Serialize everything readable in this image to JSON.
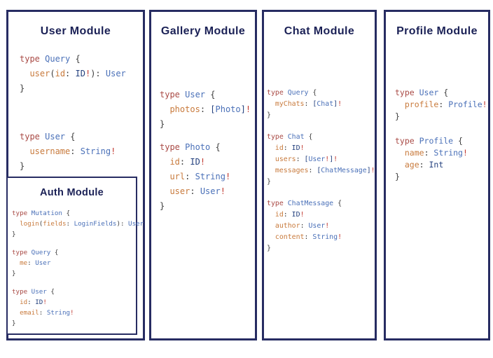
{
  "colors": {
    "border": "#272c62",
    "title": "#1b2156",
    "keyword": "#a94a45",
    "type_name": "#4a70b8",
    "scalar": "#24417e",
    "field": "#c87a3c",
    "punctuation": "#3d3d3d",
    "bang": "#c13a31",
    "background": "#ffffff"
  },
  "modules": [
    {
      "title": "User Module",
      "blocks": [
        [
          [
            [
              "kw",
              "type "
            ],
            [
              "ty",
              "Query "
            ],
            [
              "pu",
              "{"
            ]
          ],
          [
            [
              "pu",
              "  "
            ],
            [
              "fd",
              "user"
            ],
            [
              "pu",
              "("
            ],
            [
              "fd",
              "id"
            ],
            [
              "pu",
              ": "
            ],
            [
              "sc",
              "ID"
            ],
            [
              "bg",
              "!"
            ],
            [
              "pu",
              "): "
            ],
            [
              "ty",
              "User"
            ]
          ],
          [
            [
              "pu",
              "}"
            ]
          ]
        ],
        [
          [
            [
              "kw",
              "type "
            ],
            [
              "ty",
              "User "
            ],
            [
              "pu",
              "{"
            ]
          ],
          [
            [
              "pu",
              "  "
            ],
            [
              "fd",
              "username"
            ],
            [
              "pu",
              ": "
            ],
            [
              "ty",
              "String"
            ],
            [
              "bg",
              "!"
            ]
          ],
          [
            [
              "pu",
              "}"
            ]
          ]
        ]
      ]
    },
    {
      "title": "Gallery Module",
      "blocks": [
        [
          [
            [
              "kw",
              "type "
            ],
            [
              "ty",
              "User "
            ],
            [
              "pu",
              "{"
            ]
          ],
          [
            [
              "pu",
              "  "
            ],
            [
              "fd",
              "photos"
            ],
            [
              "pu",
              ": "
            ],
            [
              "sc",
              "["
            ],
            [
              "ty",
              "Photo"
            ],
            [
              "sc",
              "]"
            ],
            [
              "bg",
              "!"
            ]
          ],
          [
            [
              "pu",
              "}"
            ]
          ]
        ],
        [
          [
            [
              "kw",
              "type "
            ],
            [
              "ty",
              "Photo "
            ],
            [
              "pu",
              "{"
            ]
          ],
          [
            [
              "pu",
              "  "
            ],
            [
              "fd",
              "id"
            ],
            [
              "pu",
              ": "
            ],
            [
              "sc",
              "ID"
            ],
            [
              "bg",
              "!"
            ]
          ],
          [
            [
              "pu",
              "  "
            ],
            [
              "fd",
              "url"
            ],
            [
              "pu",
              ": "
            ],
            [
              "ty",
              "String"
            ],
            [
              "bg",
              "!"
            ]
          ],
          [
            [
              "pu",
              "  "
            ],
            [
              "fd",
              "user"
            ],
            [
              "pu",
              ": "
            ],
            [
              "ty",
              "User"
            ],
            [
              "bg",
              "!"
            ]
          ],
          [
            [
              "pu",
              "}"
            ]
          ]
        ]
      ]
    },
    {
      "title": "Chat Module",
      "blocks": [
        [
          [
            [
              "kw",
              "type "
            ],
            [
              "ty",
              "Query "
            ],
            [
              "pu",
              "{"
            ]
          ],
          [
            [
              "pu",
              "  "
            ],
            [
              "fd",
              "myChats"
            ],
            [
              "pu",
              ": "
            ],
            [
              "sc",
              "["
            ],
            [
              "ty",
              "Chat"
            ],
            [
              "sc",
              "]"
            ],
            [
              "bg",
              "!"
            ]
          ],
          [
            [
              "pu",
              "}"
            ]
          ]
        ],
        [
          [
            [
              "kw",
              "type "
            ],
            [
              "ty",
              "Chat "
            ],
            [
              "pu",
              "{"
            ]
          ],
          [
            [
              "pu",
              "  "
            ],
            [
              "fd",
              "id"
            ],
            [
              "pu",
              ": "
            ],
            [
              "sc",
              "ID"
            ],
            [
              "bg",
              "!"
            ]
          ],
          [
            [
              "pu",
              "  "
            ],
            [
              "fd",
              "users"
            ],
            [
              "pu",
              ": "
            ],
            [
              "sc",
              "["
            ],
            [
              "ty",
              "User"
            ],
            [
              "bg",
              "!"
            ],
            [
              "sc",
              "]"
            ],
            [
              "bg",
              "!"
            ]
          ],
          [
            [
              "pu",
              "  "
            ],
            [
              "fd",
              "messages"
            ],
            [
              "pu",
              ": "
            ],
            [
              "sc",
              "["
            ],
            [
              "ty",
              "ChatMessage"
            ],
            [
              "sc",
              "]"
            ],
            [
              "bg",
              "!"
            ]
          ],
          [
            [
              "pu",
              "}"
            ]
          ]
        ],
        [
          [
            [
              "kw",
              "type "
            ],
            [
              "ty",
              "ChatMessage "
            ],
            [
              "pu",
              "{"
            ]
          ],
          [
            [
              "pu",
              "  "
            ],
            [
              "fd",
              "id"
            ],
            [
              "pu",
              ": "
            ],
            [
              "sc",
              "ID"
            ],
            [
              "bg",
              "!"
            ]
          ],
          [
            [
              "pu",
              "  "
            ],
            [
              "fd",
              "author"
            ],
            [
              "pu",
              ": "
            ],
            [
              "ty",
              "User"
            ],
            [
              "bg",
              "!"
            ]
          ],
          [
            [
              "pu",
              "  "
            ],
            [
              "fd",
              "content"
            ],
            [
              "pu",
              ": "
            ],
            [
              "ty",
              "String"
            ],
            [
              "bg",
              "!"
            ]
          ],
          [
            [
              "pu",
              "}"
            ]
          ]
        ]
      ]
    },
    {
      "title": "Profile Module",
      "blocks": [
        [
          [
            [
              "kw",
              "type "
            ],
            [
              "ty",
              "User "
            ],
            [
              "pu",
              "{"
            ]
          ],
          [
            [
              "pu",
              "  "
            ],
            [
              "fd",
              "profile"
            ],
            [
              "pu",
              ": "
            ],
            [
              "ty",
              "Profile"
            ],
            [
              "bg",
              "!"
            ]
          ],
          [
            [
              "pu",
              "}"
            ]
          ]
        ],
        [
          [
            [
              "kw",
              "type "
            ],
            [
              "ty",
              "Profile "
            ],
            [
              "pu",
              "{"
            ]
          ],
          [
            [
              "pu",
              "  "
            ],
            [
              "fd",
              "name"
            ],
            [
              "pu",
              ": "
            ],
            [
              "ty",
              "String"
            ],
            [
              "bg",
              "!"
            ]
          ],
          [
            [
              "pu",
              "  "
            ],
            [
              "fd",
              "age"
            ],
            [
              "pu",
              ": "
            ],
            [
              "sc",
              "Int"
            ]
          ],
          [
            [
              "pu",
              "}"
            ]
          ]
        ]
      ]
    }
  ],
  "auth_module": {
    "title": "Auth Module",
    "blocks": [
      [
        [
          [
            "kw",
            "type "
          ],
          [
            "ty",
            "Mutation "
          ],
          [
            "pu",
            "{"
          ]
        ],
        [
          [
            "pu",
            "  "
          ],
          [
            "fd",
            "login"
          ],
          [
            "pu",
            "("
          ],
          [
            "fd",
            "fields"
          ],
          [
            "pu",
            ": "
          ],
          [
            "ty",
            "LoginFields"
          ],
          [
            "pu",
            "): "
          ],
          [
            "ty",
            "User"
          ]
        ],
        [
          [
            "pu",
            "}"
          ]
        ]
      ],
      [
        [
          [
            "kw",
            "type "
          ],
          [
            "ty",
            "Query "
          ],
          [
            "pu",
            "{"
          ]
        ],
        [
          [
            "pu",
            "  "
          ],
          [
            "fd",
            "me"
          ],
          [
            "pu",
            ": "
          ],
          [
            "ty",
            "User"
          ]
        ],
        [
          [
            "pu",
            "}"
          ]
        ]
      ],
      [
        [
          [
            "kw",
            "type "
          ],
          [
            "ty",
            "User "
          ],
          [
            "pu",
            "{"
          ]
        ],
        [
          [
            "pu",
            "  "
          ],
          [
            "fd",
            "id"
          ],
          [
            "pu",
            ": "
          ],
          [
            "sc",
            "ID"
          ],
          [
            "bg",
            "!"
          ]
        ],
        [
          [
            "pu",
            "  "
          ],
          [
            "fd",
            "email"
          ],
          [
            "pu",
            ": "
          ],
          [
            "ty",
            "String"
          ],
          [
            "bg",
            "!"
          ]
        ],
        [
          [
            "pu",
            "}"
          ]
        ]
      ]
    ]
  }
}
